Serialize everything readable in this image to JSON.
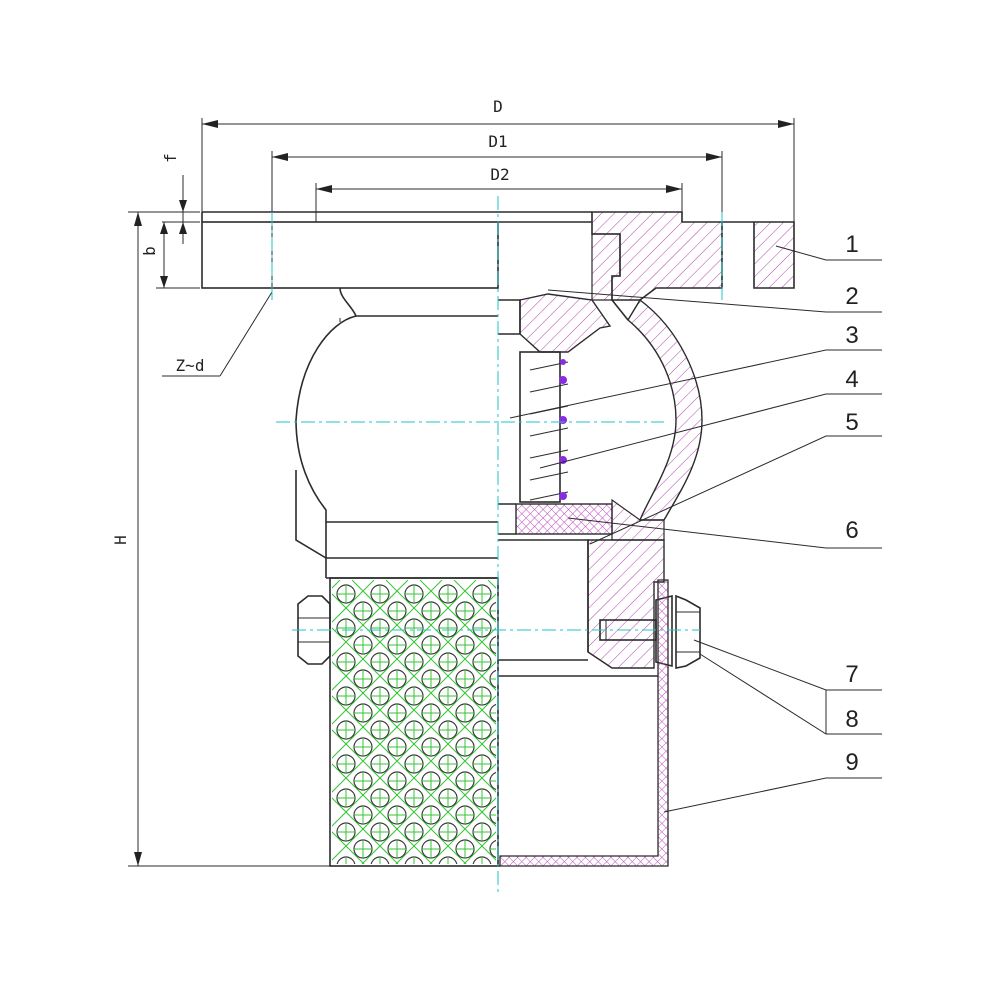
{
  "dimensions": {
    "D": "D",
    "D1": "D1",
    "D2": "D2",
    "f": "f",
    "b": "b",
    "H": "H",
    "Zd": "Z~d"
  },
  "callouts": [
    "1",
    "2",
    "3",
    "4",
    "5",
    "6",
    "7",
    "8",
    "9"
  ],
  "colors": {
    "line": "#2b2b2b",
    "centerline": "#22c4c4",
    "hatch": "#c050c0",
    "spring": "#8a2be2",
    "mesh": "#35c435"
  }
}
